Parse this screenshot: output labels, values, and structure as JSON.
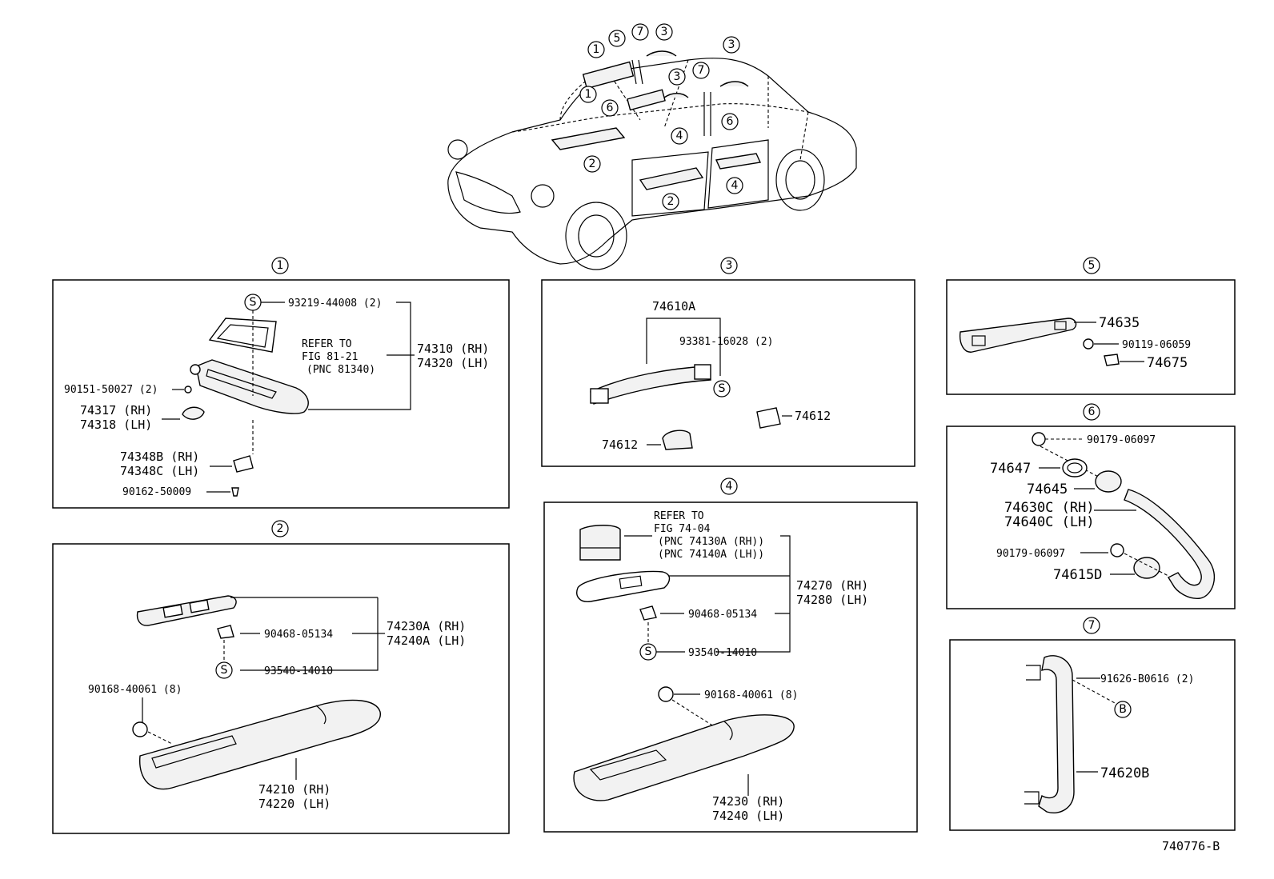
{
  "diagram_id": "740776-B",
  "car_callouts": [
    "1",
    "5",
    "7",
    "3",
    "3",
    "1",
    "6",
    "3",
    "7",
    "4",
    "6",
    "2",
    "2",
    "4"
  ],
  "sections": {
    "s1": {
      "number": "1",
      "labels": {
        "screw": "93219-44008 (2)",
        "refer1": "REFER TO",
        "refer2": "FIG 81-21",
        "refer3": "(PNC 81340)",
        "visor_rh": "74310 (RH)",
        "visor_lh": "74320 (LH)",
        "bolt": "90151-50027 (2)",
        "holder_rh": "74317 (RH)",
        "holder_lh": "74318 (LH)",
        "bracket_rh": "74348B (RH)",
        "bracket_lh": "74348C (LH)",
        "screw2": "90162-50009",
        "s_mark": "S"
      }
    },
    "s2": {
      "number": "2",
      "labels": {
        "panel_rh": "74230A (RH)",
        "panel_lh": "74240A (LH)",
        "clip": "90468-05134",
        "screw": "93540-14010",
        "bolt": "90168-40061 (8)",
        "arm_rh": "74210 (RH)",
        "arm_lh": "74220 (LH)",
        "s_mark": "S"
      }
    },
    "s3": {
      "number": "3",
      "labels": {
        "grip": "74610A",
        "screw": "93381-16028 (2)",
        "cap1": "74612",
        "cap2": "74612",
        "s_mark": "S"
      }
    },
    "s4": {
      "number": "4",
      "labels": {
        "refer1": "REFER TO",
        "refer2": "FIG 74-04",
        "refer3": "(PNC 74130A (RH))",
        "refer4": "(PNC 74140A (LH))",
        "panel_rh": "74270 (RH)",
        "panel_lh": "74280 (LH)",
        "clip": "90468-05134",
        "screw": "93540-14010",
        "bolt": "90168-40061 (8)",
        "arm_rh": "74230 (RH)",
        "arm_lh": "74240 (LH)",
        "s_mark": "S"
      }
    },
    "s5": {
      "number": "5",
      "labels": {
        "lamp": "74635",
        "screw": "90119-06059",
        "cap": "74675"
      }
    },
    "s6": {
      "number": "6",
      "labels": {
        "nut1": "90179-06097",
        "washer": "74647",
        "base": "74645",
        "grip_rh": "74630C (RH)",
        "grip_lh": "74640C (LH)",
        "nut2": "90179-06097",
        "base2": "74615D"
      }
    },
    "s7": {
      "number": "7",
      "labels": {
        "bolt": "91626-B0616 (2)",
        "b_mark": "B",
        "grip": "74620B"
      }
    }
  }
}
